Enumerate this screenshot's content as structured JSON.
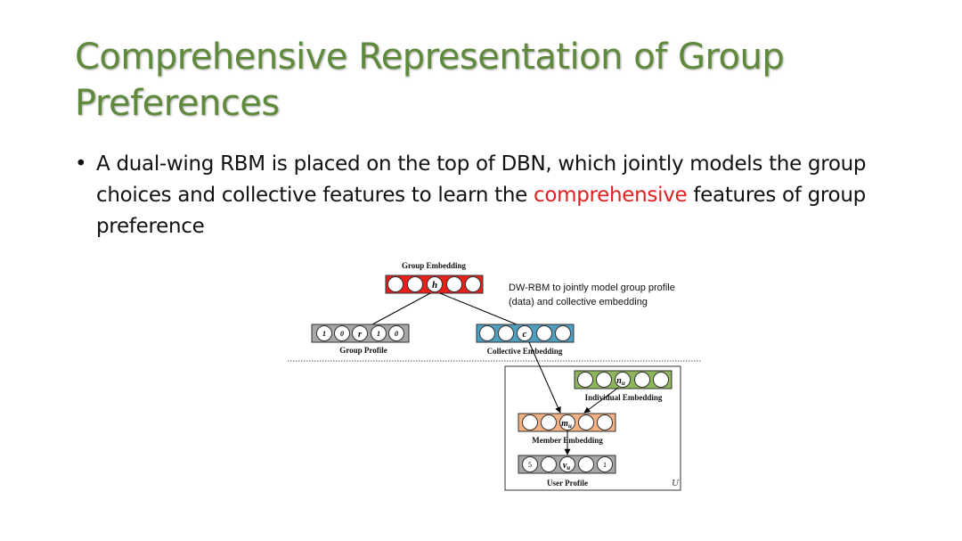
{
  "slide": {
    "title": "Comprehensive Representation of Group Preferences",
    "bullet": {
      "marker": "•",
      "text_before": "A dual-wing RBM is placed on the top of DBN, which jointly models the group choices and collective features to learn the ",
      "highlight": "comprehensive",
      "text_after": " features of group preference"
    }
  },
  "diagram": {
    "group_embedding": {
      "label": "Group Embedding",
      "node": "h"
    },
    "group_profile": {
      "label": "Group Profile",
      "values": [
        "1",
        "0",
        "r",
        "1",
        "0"
      ]
    },
    "collective_embedding": {
      "label": "Collective Embedding",
      "node": "c"
    },
    "individual_embedding": {
      "label": "Individual Embedding",
      "node": "n",
      "sub": "u"
    },
    "member_embedding": {
      "label": "Member Embedding",
      "node": "m",
      "sub": "u"
    },
    "user_profile": {
      "label": "User Profile",
      "left": "5",
      "node": "v",
      "sub": "u",
      "right": "1"
    },
    "caption_line1": "DW-RBM to jointly model group profile",
    "caption_line2": "(data) and collective embedding",
    "plate_label": "U"
  },
  "colors": {
    "title": "#5f8a3c",
    "highlight": "#e02020",
    "group_embedding": "#e8201c",
    "group_profile": "#a6a6a6",
    "collective_embedding": "#4f9fc0",
    "individual_embedding": "#8db65a",
    "member_embedding": "#f3b183",
    "user_profile": "#a6a6a6"
  }
}
